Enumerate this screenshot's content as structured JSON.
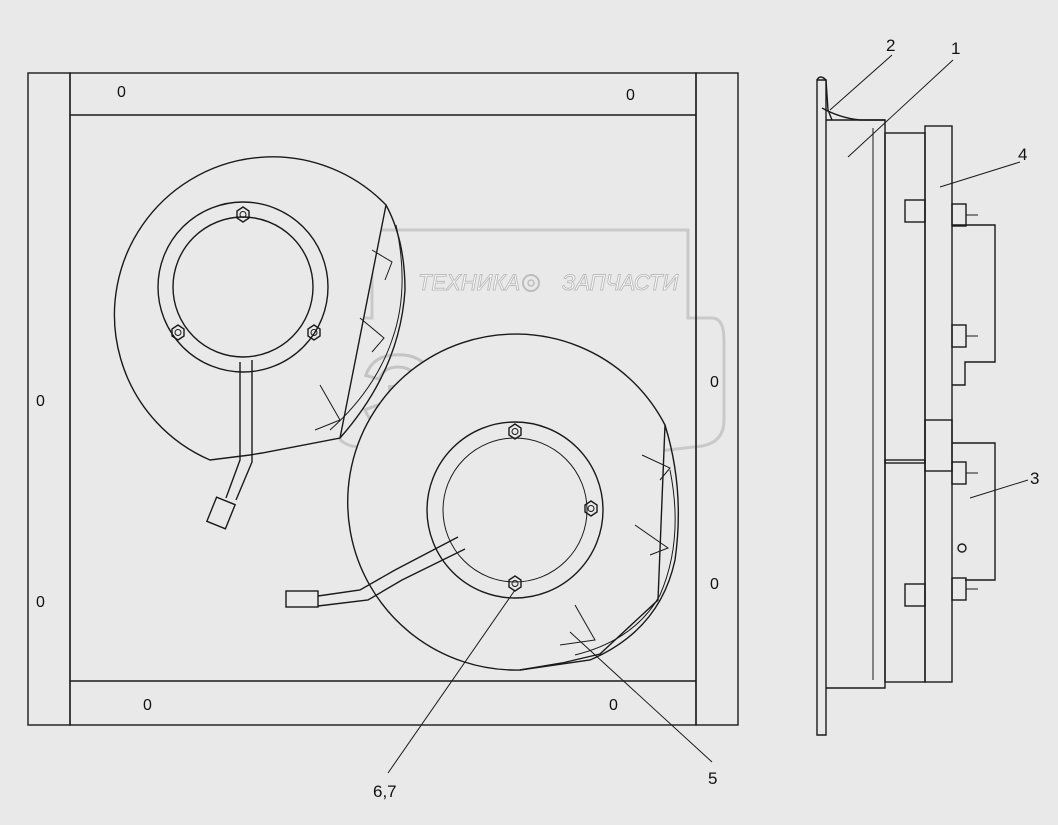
{
  "callouts": {
    "c1": "1",
    "c2": "2",
    "c3": "3",
    "c4": "4",
    "c5": "5",
    "c67": "6,7"
  },
  "hole_marks": {
    "h1": "0",
    "h2": "0",
    "h3": "0",
    "h4": "0",
    "h5": "0",
    "h6": "0",
    "h7": "0",
    "h8": "0"
  },
  "watermark": {
    "top_left": "ТЕХНИКА",
    "top_right": "ЗАПЧАСТИ",
    "main": "ЭПФ"
  }
}
